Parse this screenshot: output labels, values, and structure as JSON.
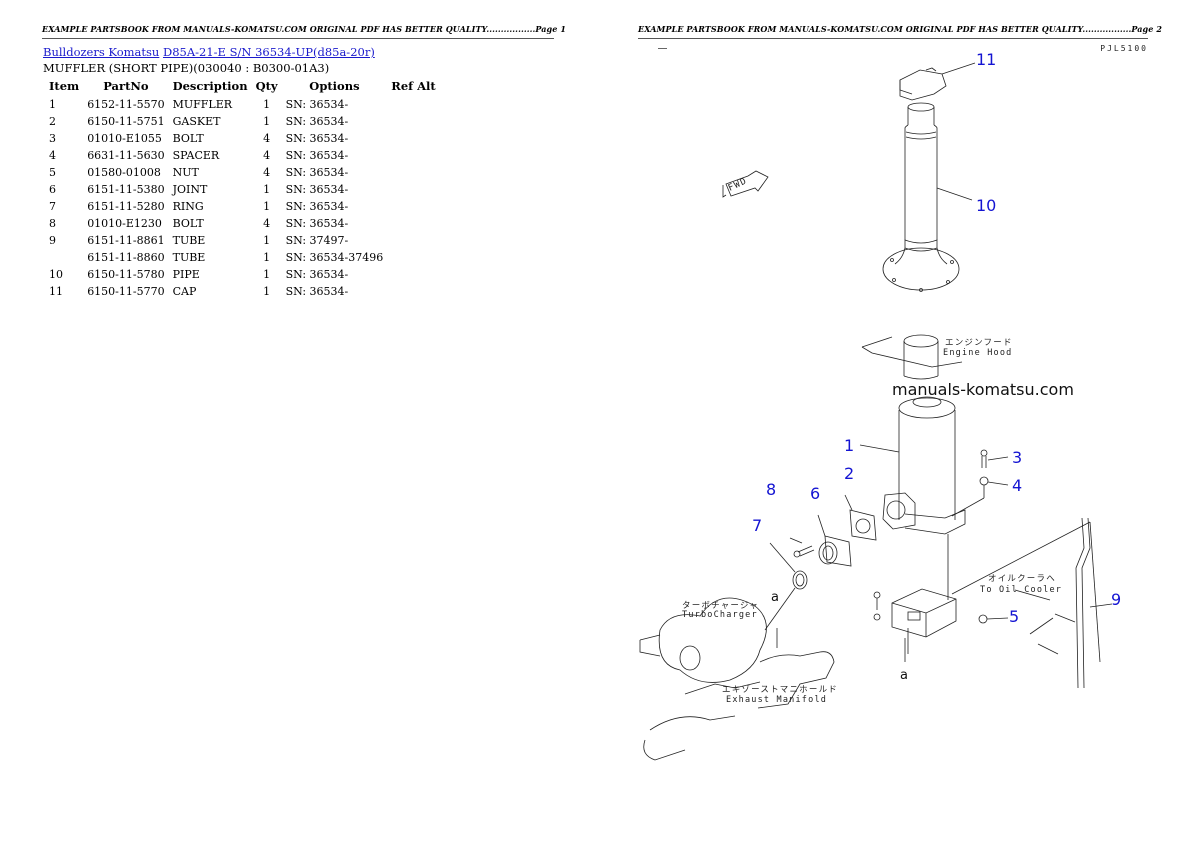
{
  "header": {
    "page1": "EXAMPLE PARTSBOOK FROM MANUALS-KOMATSU.COM ORIGINAL PDF HAS BETTER QUALITY.................Page 1",
    "page2": "EXAMPLE PARTSBOOK FROM MANUALS-KOMATSU.COM ORIGINAL PDF HAS BETTER QUALITY.................Page 2"
  },
  "breadcrumb": {
    "category": "Bulldozers Komatsu",
    "model": "D85A-21-E S/N 36534-UP(d85a-20r)"
  },
  "section_title": "MUFFLER (SHORT PIPE)(030040 : B0300-01A3)",
  "table": {
    "columns": [
      "Item",
      "PartNo",
      "Description",
      "Qty",
      "Options",
      "Ref Alt"
    ],
    "rows": [
      {
        "item": "1",
        "part": "6152-11-5570",
        "desc": "MUFFLER",
        "qty": "1",
        "opt": "SN: 36534-",
        "ref": ""
      },
      {
        "item": "2",
        "part": "6150-11-5751",
        "desc": "GASKET",
        "qty": "1",
        "opt": "SN: 36534-",
        "ref": ""
      },
      {
        "item": "3",
        "part": "01010-E1055",
        "desc": "BOLT",
        "qty": "4",
        "opt": "SN: 36534-",
        "ref": ""
      },
      {
        "item": "4",
        "part": "6631-11-5630",
        "desc": "SPACER",
        "qty": "4",
        "opt": "SN: 36534-",
        "ref": ""
      },
      {
        "item": "5",
        "part": "01580-01008",
        "desc": "NUT",
        "qty": "4",
        "opt": "SN: 36534-",
        "ref": ""
      },
      {
        "item": "6",
        "part": "6151-11-5380",
        "desc": "JOINT",
        "qty": "1",
        "opt": "SN: 36534-",
        "ref": ""
      },
      {
        "item": "7",
        "part": "6151-11-5280",
        "desc": "RING",
        "qty": "1",
        "opt": "SN: 36534-",
        "ref": ""
      },
      {
        "item": "8",
        "part": "01010-E1230",
        "desc": "BOLT",
        "qty": "4",
        "opt": "SN: 36534-",
        "ref": ""
      },
      {
        "item": "9",
        "part": "6151-11-8861",
        "desc": "TUBE",
        "qty": "1",
        "opt": "SN: 37497-",
        "ref": ""
      },
      {
        "item": "",
        "part": "6151-11-8860",
        "desc": "TUBE",
        "qty": "1",
        "opt": "SN: 36534-37496",
        "ref": ""
      },
      {
        "item": "10",
        "part": "6150-11-5780",
        "desc": "PIPE",
        "qty": "1",
        "opt": "SN: 36534-",
        "ref": ""
      },
      {
        "item": "11",
        "part": "6150-11-5770",
        "desc": "CAP",
        "qty": "1",
        "opt": "SN: 36534-",
        "ref": ""
      }
    ]
  },
  "diagram": {
    "drawing_code": "PJL5100",
    "watermark": "manuals-komatsu.com",
    "callouts": [
      "1",
      "2",
      "3",
      "4",
      "5",
      "6",
      "7",
      "8",
      "9",
      "10",
      "11"
    ],
    "labels": {
      "fwd": "FWD",
      "engine_hood_jp": "エンジンフード",
      "engine_hood": "Engine Hood",
      "turbo_jp": "ターボチャージャ",
      "turbo": "TurboCharger",
      "manifold_jp": "エキゾーストマニホールド",
      "manifold": "Exhaust Manifold",
      "oil_cooler_jp": "オイルクーラへ",
      "oil_cooler": "To Oil Cooler",
      "a": "a"
    },
    "callout_color": "#1414d2"
  }
}
